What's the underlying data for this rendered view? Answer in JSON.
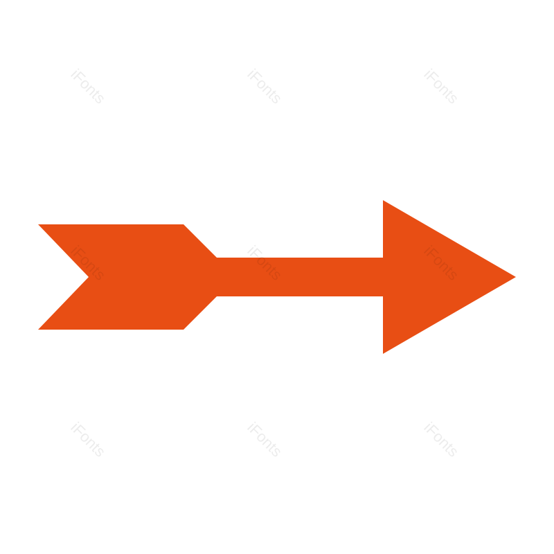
{
  "image": {
    "subject": "arrow-icon",
    "direction": "right",
    "colors": {
      "background": "#ffffff",
      "arrow_fill": "#e84e14"
    }
  },
  "watermark": {
    "text": "iFonts",
    "repeat_count": 9
  }
}
